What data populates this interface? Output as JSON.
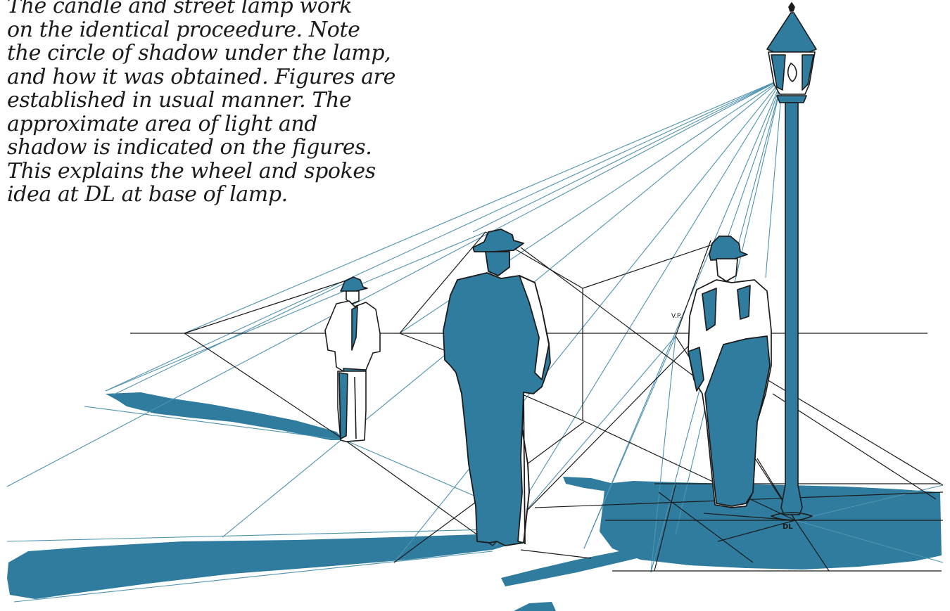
{
  "caption": {
    "lines": [
      "The candle and street lamp work",
      "on the identical proceedure. Note",
      "the circle of shadow under the lamp,",
      "and how it was obtained. Figures are",
      "established in usual manner. The",
      "approximate area of light and",
      "shadow is indicated on the figures.",
      "This explains the wheel and spokes",
      "idea at DL at base of lamp."
    ]
  },
  "labels": {
    "dl": "DL",
    "vp": "V.P."
  },
  "colors": {
    "ink": "#1b1b1b",
    "shadow_blue": "#2f7c9f",
    "ray_blue": "#4f93b0",
    "paper": "#ffffff"
  }
}
